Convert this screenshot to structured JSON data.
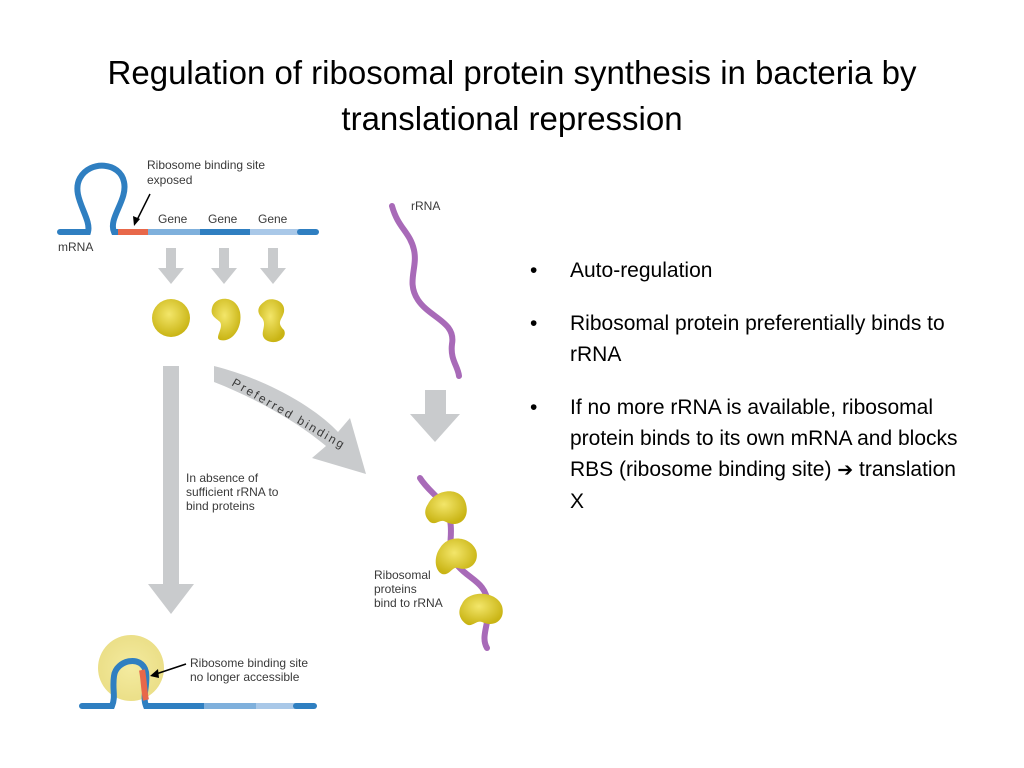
{
  "title": {
    "line1": "Regulation of ribosomal protein synthesis in bacteria by",
    "line2": "translational repression"
  },
  "diagram": {
    "rbs_exposed_line1": "Ribosome binding site",
    "rbs_exposed_line2": "exposed",
    "gene1": "Gene",
    "gene2": "Gene",
    "gene3": "Gene",
    "mrna": "mRNA",
    "rrna": "rRNA",
    "preferred_binding": "Preferred binding",
    "absence_line1": "In absence of",
    "absence_line2": "sufficient rRNA to",
    "absence_line3": "bind proteins",
    "bound_line1": "Ribosomal",
    "bound_line2": "proteins",
    "bound_line3": "bind to rRNA",
    "rbs_blocked_line1": "Ribosome binding site",
    "rbs_blocked_line2": "no longer accessible"
  },
  "colors": {
    "mrna_dark": "#2f7fc1",
    "mrna_light": "#a9c8e8",
    "rbs": "#e8684a",
    "protein": "#d4c21a",
    "rrna": "#a86ab8",
    "arrow_gray": "#c9cbcd"
  },
  "bullets": [
    {
      "symbol": "•",
      "text": "Auto-regulation"
    },
    {
      "symbol": "•",
      "text": "Ribosomal protein preferentially binds to rRNA"
    },
    {
      "symbol": "•",
      "text_before": "If no more rRNA is available, ribosomal protein binds to its own mRNA and blocks RBS (ribosome binding site) ",
      "arrow": "➔",
      "text_after": " translation X"
    }
  ]
}
